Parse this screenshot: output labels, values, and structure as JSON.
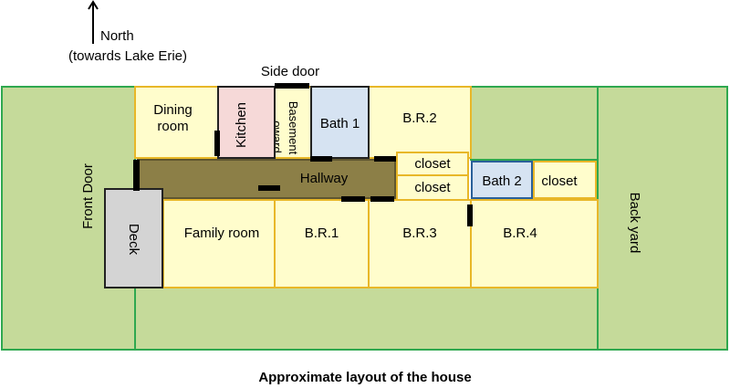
{
  "compass": {
    "direction": "North",
    "note": "(towards Lake Erie)"
  },
  "labels": {
    "side_door": "Side door",
    "front_door": "Front Door",
    "back_yard": "Back yard",
    "caption": "Approximate layout of the house"
  },
  "rooms": {
    "dining": "Dining\nroom",
    "kitchen": "Kitchen",
    "basement_1": "oward",
    "basement_2": "Basement",
    "bath1": "Bath 1",
    "br2": "B.R.2",
    "closet_upper": "closet",
    "closet_lower": "closet",
    "bath2": "Bath 2",
    "closet_right": "closet",
    "hallway": "Hallway",
    "deck": "Deck",
    "family": "Family room",
    "br1": "B.R.1",
    "br3": "B.R.3",
    "br4": "B.R.4"
  },
  "colors": {
    "yard_fill": "#c5da9a",
    "yard_border": "#2fa84f",
    "room_fill": "#fffdcc",
    "room_border": "#e8b728",
    "hallway_fill": "#8c7f47",
    "kitchen_fill": "#f6d9d8",
    "bath_fill": "#d6e3f2",
    "deck_fill": "#d4d4d4"
  }
}
